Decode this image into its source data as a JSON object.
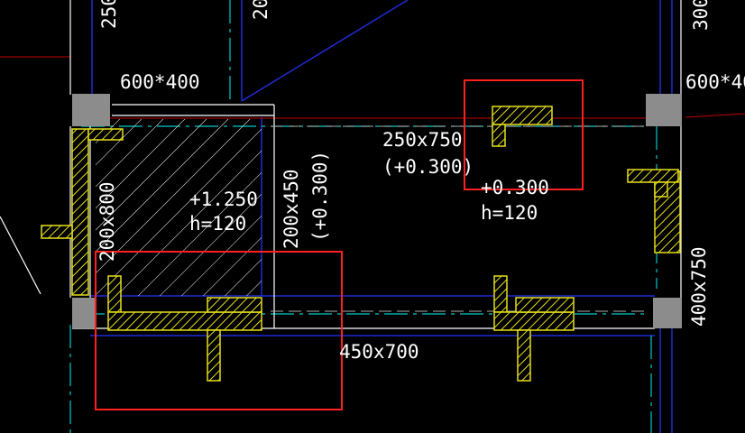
{
  "drawing": {
    "colors": {
      "background": "#000000",
      "wall": "#ffffff",
      "beam_centerline": "#1f2bd6",
      "axis_line": "#00c8c8",
      "section_rebar": "#e6e01a",
      "column_fill": "#8c8c8c",
      "highlight_box": "#ff2020",
      "dim_line": "#c00000"
    },
    "labels": {
      "top_left_partial": "250",
      "top_mid_partial": "20",
      "top_right_partial": "300",
      "column_left": "600*400",
      "column_right": "600*40",
      "beam_top": "250x750",
      "beam_top_elev": "(+0.300)",
      "slab_left_elev": "+1.250",
      "slab_left_thk": "h=120",
      "beam_mid_vert": "200x450",
      "beam_mid_vert_elev": "(+0.300)",
      "slab_right_elev": "+0.300",
      "slab_right_thk": "h=120",
      "beam_left_vert": "200x800",
      "beam_bottom": "450x700",
      "beam_right_vert": "400x750"
    },
    "highlight_boxes": [
      "upper-right-section",
      "lower-left-section"
    ]
  }
}
